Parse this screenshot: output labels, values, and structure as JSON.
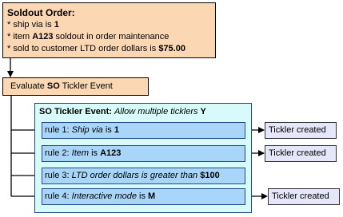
{
  "order": {
    "title": "Soldout Order:",
    "line1_pre": "* ship via is ",
    "line1_val": "1",
    "line2_pre": "* item ",
    "line2_val": "A123",
    "line2_post": " soldout in order maintenance",
    "line3_pre": "* sold to customer LTD order dollars is ",
    "line3_val": "$75.00"
  },
  "evaluate": {
    "pre": "Evaluate ",
    "bold": "SO",
    "post": " Tickler Event"
  },
  "event": {
    "title_bold": "SO Tickler Event:",
    "title_italic": "Allow multiple ticklers",
    "title_value": "Y"
  },
  "rules": [
    {
      "prefix": "rule 1: ",
      "field": "Ship via",
      "op": " is ",
      "value": "1"
    },
    {
      "prefix": "rule 2: ",
      "field": "Item",
      "op": " is ",
      "value": "A123"
    },
    {
      "prefix": "rule 3: ",
      "field": "LTD order dollars is greater than",
      "op": " ",
      "value": "$100"
    },
    {
      "prefix": "rule 4: ",
      "field": "Interactive mode",
      "op": " is ",
      "value": "M"
    }
  ],
  "ticklers": {
    "rule1": "Tickler created",
    "rule2": "Tickler created",
    "rule4": "Tickler created"
  },
  "colors": {
    "order_fill": "#fcd7b4",
    "event_fill": "#d9fafa",
    "rule_fill": "#a9d6f8",
    "tickler_fill": "#e6e6fb"
  }
}
